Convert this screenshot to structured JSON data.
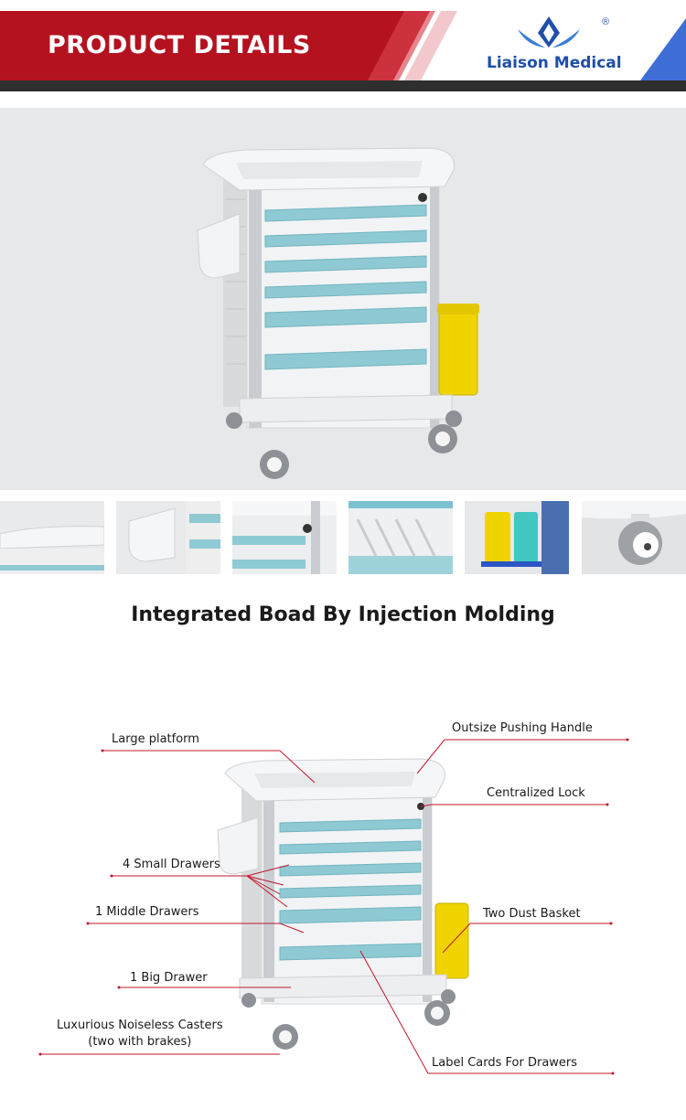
{
  "header": {
    "title": "PRODUCT DETAILS",
    "brand": "Liaison Medical",
    "registered_mark": "®",
    "colors": {
      "red": "#b5121f",
      "blue": "#3f6fd6",
      "bar": "#2e2e2e",
      "brand_text": "#1f4fa8"
    }
  },
  "main_image": {
    "icon": "medical-trolley-image"
  },
  "thumbnails": [
    {
      "icon": "platform-closeup-image"
    },
    {
      "icon": "side-basket-closeup-image"
    },
    {
      "icon": "lock-closeup-image"
    },
    {
      "icon": "drawer-divider-image"
    },
    {
      "icon": "dust-basket-image"
    },
    {
      "icon": "caster-closeup-image"
    }
  ],
  "section_title": "Integrated Boad By Injection Molding",
  "callouts": {
    "large_platform": "Large platform",
    "small_drawers": "4 Small Drawers",
    "middle_drawers": "1 Middle Drawers",
    "big_drawer": "1 Big Drawer",
    "casters_line1": "Luxurious Noiseless Casters",
    "casters_line2": "(two with brakes)",
    "pushing_handle": "Outsize Pushing Handle",
    "lock": "Centralized Lock",
    "dust_basket": "Two Dust Basket",
    "label_cards": "Label Cards For Drawers"
  },
  "colors": {
    "accent_line": "#c0172a",
    "drawer_teal": "#7cc3cf",
    "body_white": "#f3f4f5",
    "yellow": "#f2d500"
  }
}
